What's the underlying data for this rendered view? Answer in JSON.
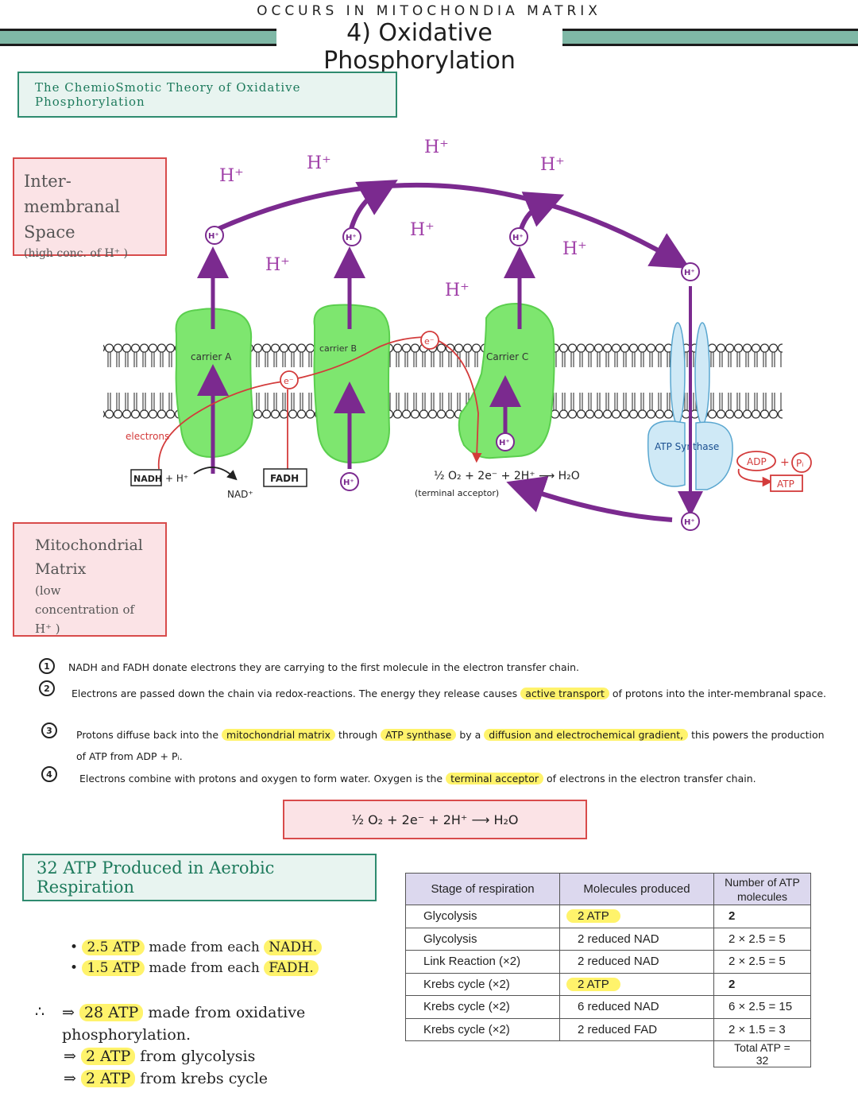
{
  "header": {
    "subtitle": "OCCURS IN MITOCHONDIA MATRIX",
    "title": "4) Oxidative Phosphorylation"
  },
  "section_title": "The ChemioSmotic Theory of Oxidative Phosphorylation",
  "regions": {
    "intermembrane_title": "Inter-membranal Space",
    "intermembrane_note": "(high conc. of H⁺ )",
    "matrix_title": "Mitochondrial Matrix",
    "matrix_note": "(low concentration of H⁺ )"
  },
  "diagram": {
    "carrier_a": "carrier A",
    "carrier_b": "carrier B",
    "carrier_c": "Carrier C",
    "h_ion": "H⁺",
    "electron": "e⁻",
    "electrons_label": "electrons",
    "nadh": "NADH",
    "plus_h": "+ H⁺",
    "nad": "NAD⁺",
    "fadh": "FADH",
    "water_eq": "½ O₂ + 2e⁻ + 2H⁺ ⟶ H₂O",
    "terminal_acceptor": "(terminal acceptor)",
    "atp_synthase": "ATP Synthase",
    "adp": "ADP",
    "plus": "+",
    "pi": "Pᵢ",
    "atp": "ATP",
    "floating_h": [
      "H⁺",
      "H⁺",
      "H⁺",
      "H⁺",
      "H⁺",
      "H⁺",
      "H⁺",
      "H⁺"
    ]
  },
  "notes": [
    {
      "num": "1",
      "text": "NADH and FADH donate electrons they are carrying to the first molecule in the electron transfer chain."
    },
    {
      "num": "2",
      "pre": "Electrons are passed down the chain via redox-reactions. The energy they release causes",
      "hl1": "active transport",
      "post": "of protons into the inter-membranal space."
    },
    {
      "num": "3",
      "pre": "Protons diffuse back into the",
      "hl1": "mitochondrial matrix",
      "mid1": "through",
      "hl2": "ATP synthase",
      "mid2": "by a",
      "hl3": "diffusion and electrochemical gradient,",
      "post": "this powers the production of ATP from ADP + Pᵢ."
    },
    {
      "num": "4",
      "pre": "Electrons combine with protons and oxygen to form water. Oxygen is the",
      "hl1": "terminal acceptor",
      "post": "of electrons in the electron transfer chain."
    }
  ],
  "equation": "½ O₂  +  2e⁻  +  2H⁺  ⟶  H₂O",
  "atp_section": {
    "title": "32 ATP Produced in Aerobic Respiration",
    "bullets": [
      {
        "hl": "2.5 ATP",
        "mid": "made from each",
        "hl2": "NADH."
      },
      {
        "hl": "1.5 ATP",
        "mid": "made from each",
        "hl2": "FADH."
      }
    ],
    "therefore": "∴",
    "conclusions": [
      {
        "hl": "28 ATP",
        "text": "made from oxidative phosphorylation."
      },
      {
        "hl": "2 ATP",
        "text": "from glycolysis"
      },
      {
        "hl": "2 ATP",
        "text": "from krebs cycle"
      }
    ]
  },
  "table": {
    "headers": [
      "Stage of respiration",
      "Molecules produced",
      "Number of ATP molecules"
    ],
    "rows": [
      {
        "stage": "Glycolysis",
        "molecules": "2 ATP",
        "atp": "2",
        "hl": true
      },
      {
        "stage": "Glycolysis",
        "molecules": "2 reduced NAD",
        "atp": "2 × 2.5 = 5",
        "hl": false
      },
      {
        "stage": "Link Reaction (×2)",
        "molecules": "2 reduced NAD",
        "atp": "2 × 2.5 = 5",
        "hl": false
      },
      {
        "stage": "Krebs cycle (×2)",
        "molecules": "2 ATP",
        "atp": "2",
        "hl": true
      },
      {
        "stage": "Krebs cycle (×2)",
        "molecules": "6 reduced NAD",
        "atp": "6 × 2.5 = 15",
        "hl": false
      },
      {
        "stage": "Krebs cycle (×2)",
        "molecules": "2 reduced FAD",
        "atp": "2 × 1.5 = 3",
        "hl": false
      }
    ],
    "total": "Total ATP = 32"
  },
  "colors": {
    "teal": "#7fb8a6",
    "purple": "#7b2a8f",
    "carrier_green": "#7ee66f",
    "red": "#d33b3b",
    "highlight": "#fff36b",
    "synthase_blue": "#cfe9f6"
  }
}
